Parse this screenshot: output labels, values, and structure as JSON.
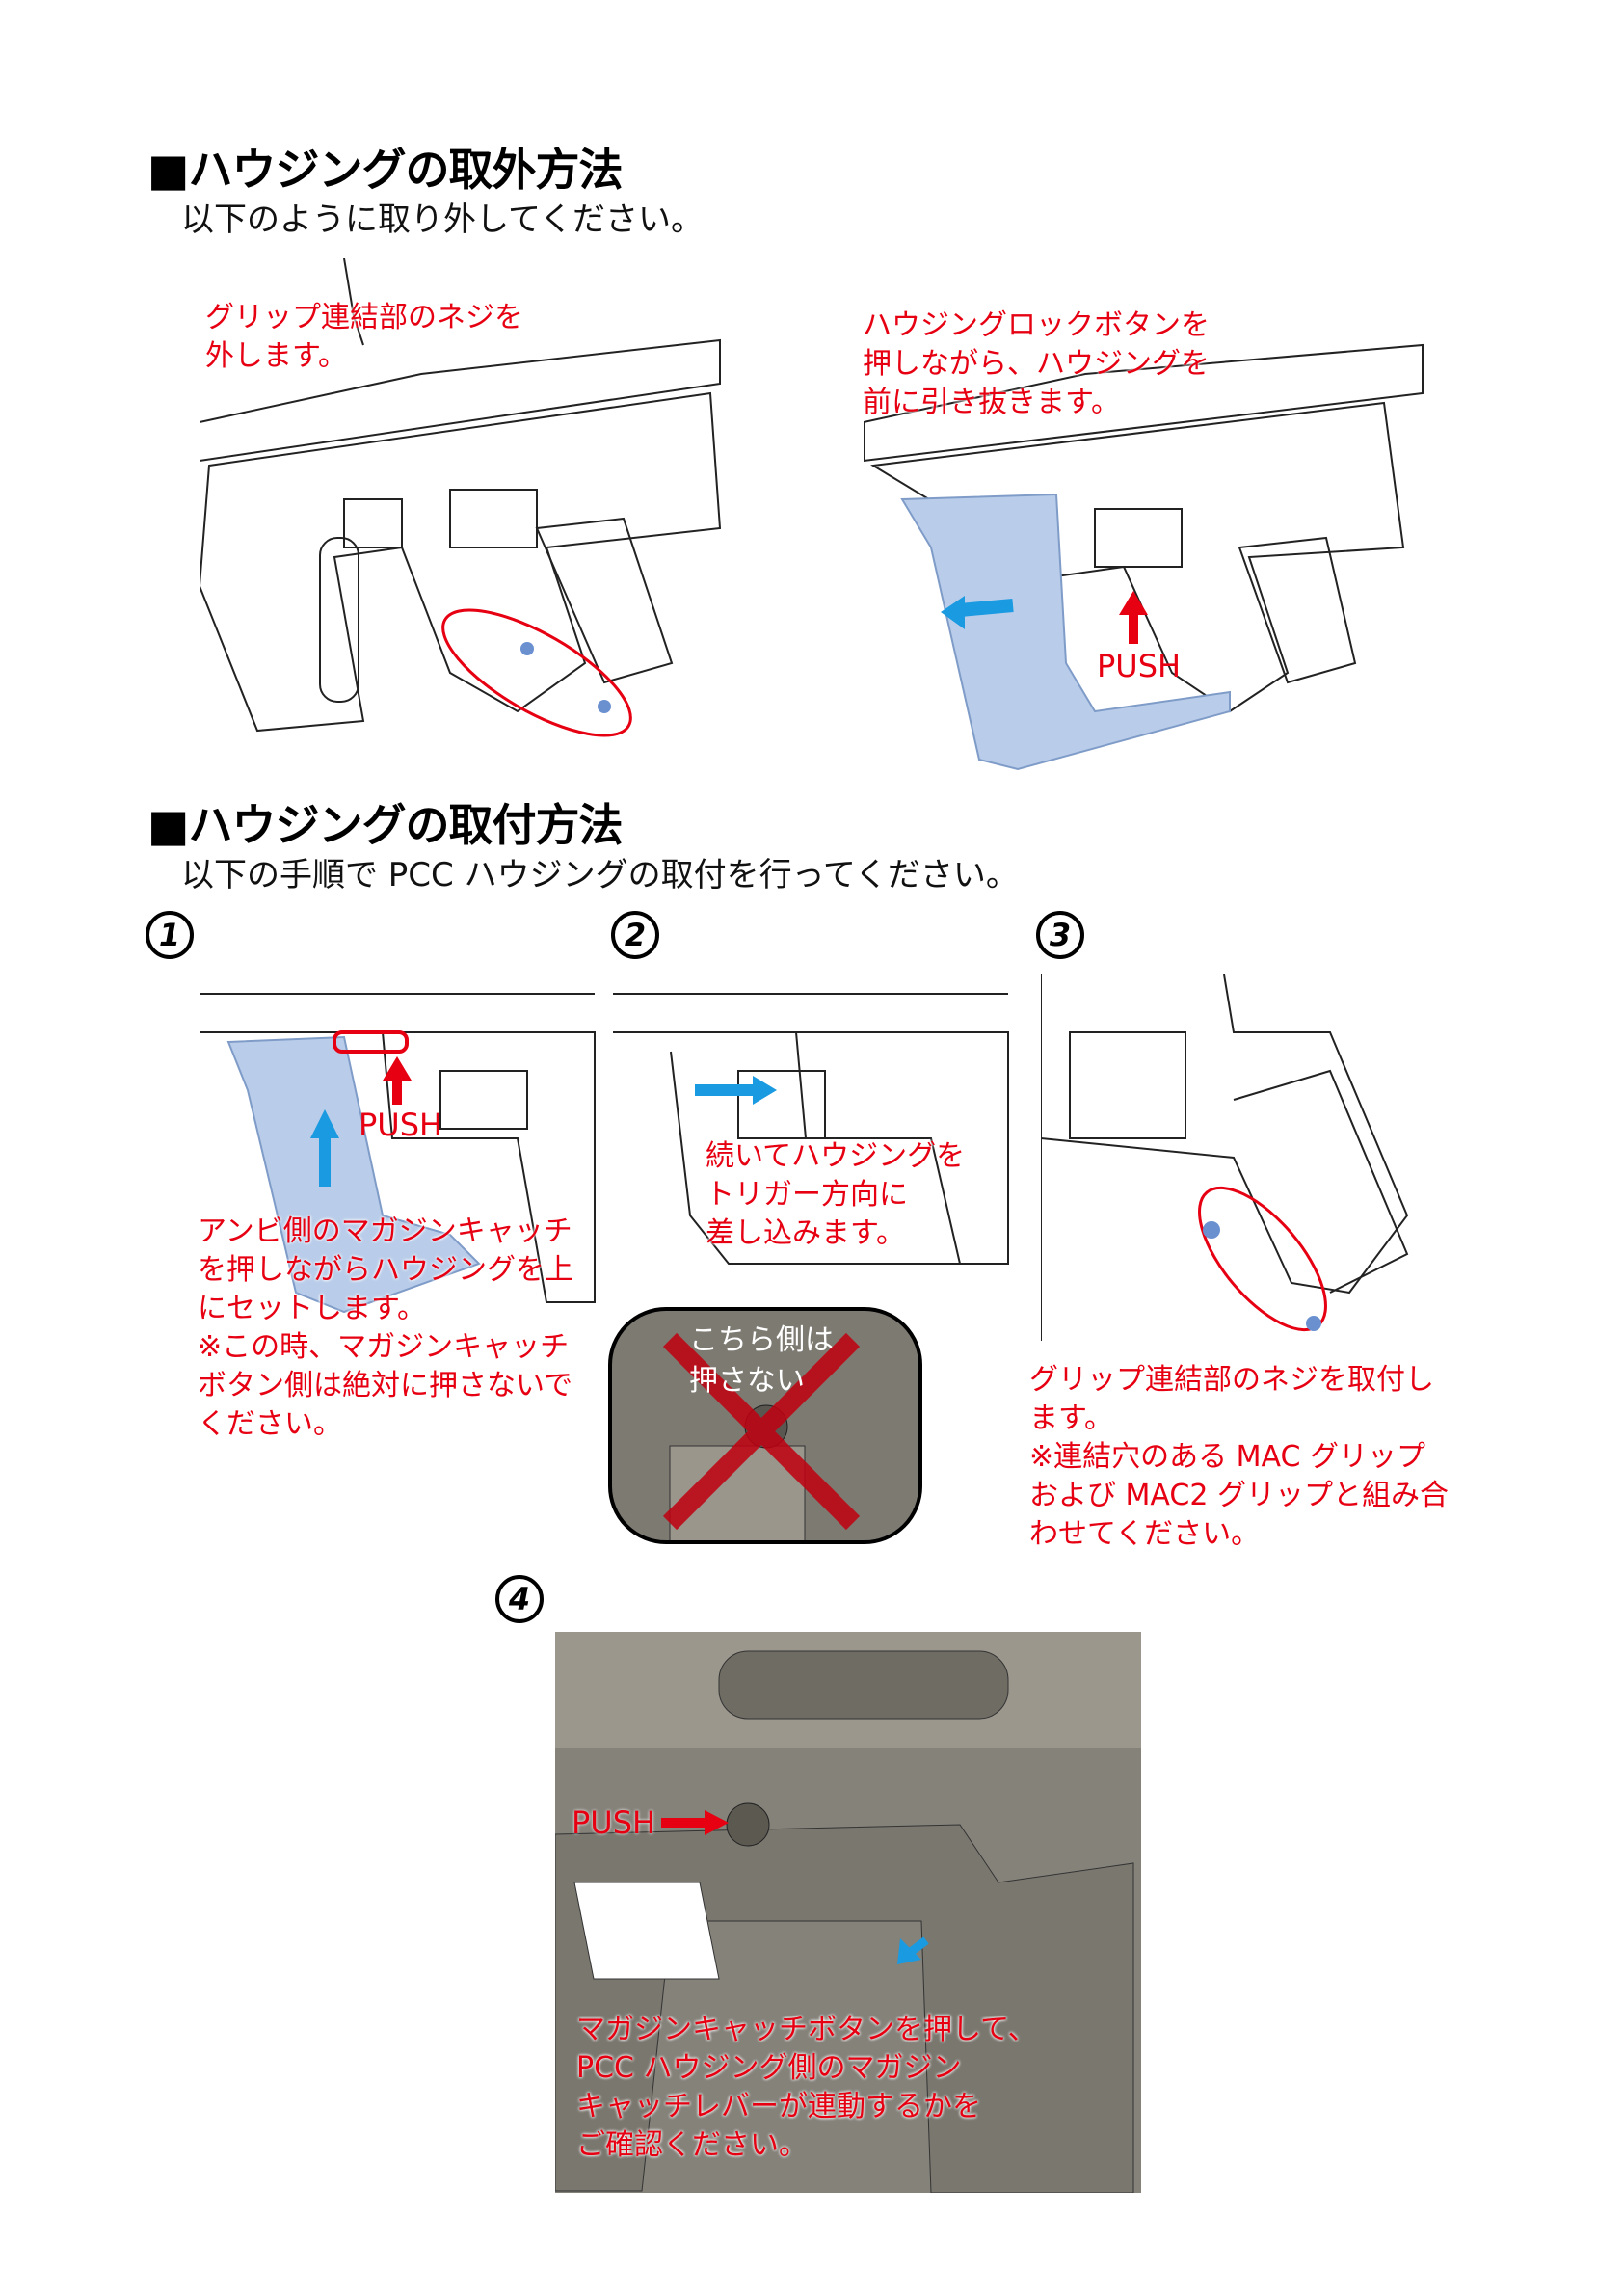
{
  "removal": {
    "heading": "■ハウジングの取外方法",
    "subtitle": "以下のように取り外してください。",
    "left_note": "グリップ連結部のネジを\n外します。",
    "right_note": "ハウジングロックボタンを\n押しながら、ハウジングを\n前に引き抜きます。",
    "push_label": "PUSH"
  },
  "install": {
    "heading": "■ハウジングの取付方法",
    "subtitle": "以下の手順で PCC ハウジングの取付を行ってください。",
    "steps": [
      {
        "number": "1",
        "push_label": "PUSH",
        "note": "アンビ側のマガジンキャッチ\nを押しながらハウジングを上\nにセットします。\n※この時、マガジンキャッチ\nボタン側は絶対に押さないで\nください。"
      },
      {
        "number": "2",
        "note": "続いてハウジングを\nトリガー方向に\n差し込みます。",
        "inset_note": "こちら側は\n押さない"
      },
      {
        "number": "3",
        "note": "グリップ連結部のネジを取付し\nます。\n※連結穴のある MAC グリップ\nおよび MAC2 グリップと組み合\nわせてください。"
      },
      {
        "number": "4",
        "push_label": "PUSH",
        "note": "マガジンキャッチボタンを押して、\nPCC ハウジング側のマガジン\nキャッチレバーが連動するかを\nご確認ください。"
      }
    ]
  },
  "colors": {
    "red": "#e60012",
    "blue": "#1a9ae0",
    "housing": "#b9cdea"
  }
}
